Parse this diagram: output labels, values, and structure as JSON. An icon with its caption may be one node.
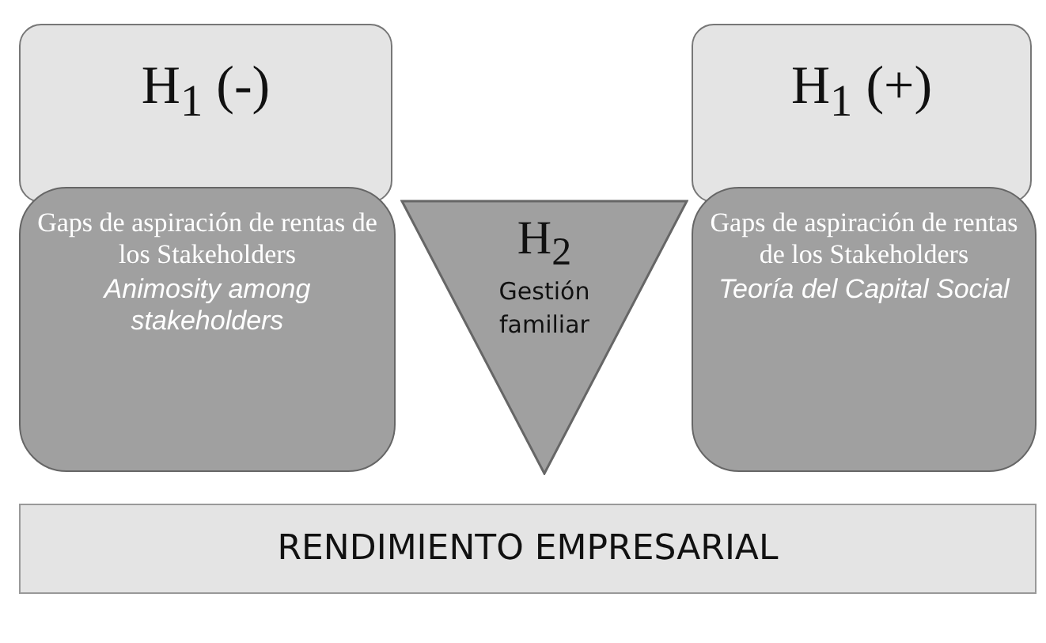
{
  "diagram": {
    "nodes": [
      {
        "text": [
          "H$_{1}$ (-)"
        ]
      },
      {
        "text": [
          "Gaps de aspiración de rentas de los Stakeholders",
          "Animosity among stakeholders"
        ]
      },
      {
        "text": [
          "H$_{2}$",
          "Gestión familiar"
        ]
      },
      {
        "text": [
          "H$_{1}$ (+)"
        ]
      },
      {
        "text": [
          "Gaps de aspiración de rentas de los Stakeholders",
          "Teoría del Capital Social"
        ]
      },
      {
        "text": [
          "RENDIMIENTO EMPRESARIAL"
        ]
      }
    ],
    "edges": []
  }
}
